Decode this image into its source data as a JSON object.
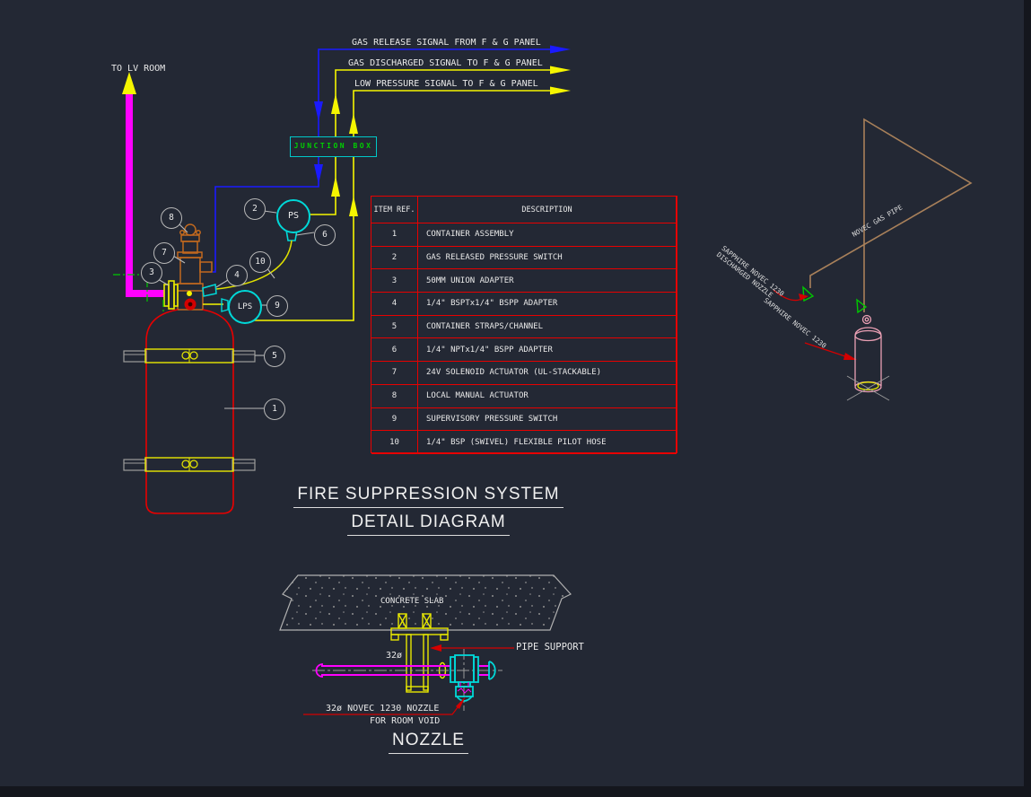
{
  "signals": {
    "gas_release": "GAS RELEASE SIGNAL FROM F & G PANEL",
    "gas_discharged": "GAS DISCHARGED SIGNAL TO F & G PANEL",
    "low_pressure": "LOW PRESSURE SIGNAL TO F & G PANEL"
  },
  "to_lv_room": "TO LV ROOM",
  "junction_box_label": "JUNCTION BOX",
  "switches": {
    "ps": "PS",
    "lps": "LPS"
  },
  "balloons": {
    "b1": "1",
    "b2": "2",
    "b3": "3",
    "b4": "4",
    "b5": "5",
    "b6": "6",
    "b7": "7",
    "b8": "8",
    "b9": "9",
    "b10": "10"
  },
  "table": {
    "headers": {
      "item_ref": "ITEM REF.",
      "description": "DESCRIPTION"
    },
    "rows": [
      {
        "ref": "1",
        "desc": "CONTAINER ASSEMBLY"
      },
      {
        "ref": "2",
        "desc": "GAS RELEASED PRESSURE SWITCH"
      },
      {
        "ref": "3",
        "desc": "50MM UNION ADAPTER"
      },
      {
        "ref": "4",
        "desc": "1/4\" BSPTx1/4\" BSPP ADAPTER"
      },
      {
        "ref": "5",
        "desc": "CONTAINER STRAPS/CHANNEL"
      },
      {
        "ref": "6",
        "desc": "1/4\" NPTx1/4\" BSPP ADAPTER"
      },
      {
        "ref": "7",
        "desc": "24V SOLENOID ACTUATOR (UL-STACKABLE)"
      },
      {
        "ref": "8",
        "desc": "LOCAL MANUAL ACTUATOR"
      },
      {
        "ref": "9",
        "desc": "SUPERVISORY PRESSURE SWITCH"
      },
      {
        "ref": "10",
        "desc": "1/4\" BSP (SWIVEL) FLEXIBLE PILOT HOSE"
      }
    ]
  },
  "titles": {
    "line1": "FIRE SUPPRESSION SYSTEM",
    "line2": "DETAIL DIAGRAM",
    "nozzle_title": "NOZZLE"
  },
  "nozzle_detail": {
    "concrete_slab": "CONCRETE SLAB",
    "pipe_support": "PIPE SUPPORT",
    "pipe_dia": "32ø",
    "nozzle_label_1": "32ø NOVEC 1230 NOZZLE",
    "nozzle_label_2": "FOR ROOM VOID"
  },
  "isometric": {
    "pipe_label": "NOVEC GAS PIPE",
    "discharge_label_1": "SAPPHIRE NOVEC 1230",
    "discharge_label_2": "DISCHARGED NOZZLE",
    "container_label": "SAPPHIRE NOVEC 1230"
  },
  "colors": {
    "background": "#232834",
    "red": "#e80000",
    "yellow": "#f5f500",
    "magenta": "#ff00ff",
    "blue": "#1a1aff",
    "cyan": "#00d8d8",
    "green": "#00c800",
    "tan": "#a8805a",
    "pink": "#eba0b4",
    "orange": "#c2691e",
    "white": "#e9e9e9"
  }
}
